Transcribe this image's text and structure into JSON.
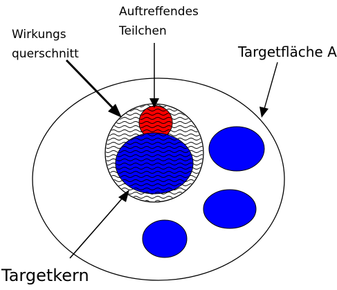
{
  "labels": {
    "incident_particle": [
      "Auftreffendes",
      "Teilchen"
    ],
    "cross_section": [
      "Wirkungs",
      "querschnitt"
    ],
    "target_area": "Targetfläche A",
    "target_nucleus": "Targetkern"
  },
  "colors": {
    "outline": "#000000",
    "particle_fill": "#ff0000",
    "nucleus_fill": "#0000ff",
    "background": "#ffffff"
  }
}
